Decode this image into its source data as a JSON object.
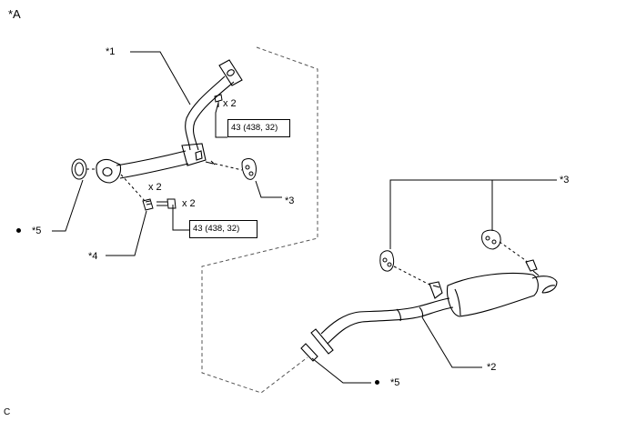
{
  "diagram": {
    "view_label": "*A",
    "corner_code": "C",
    "callouts": {
      "c1": "*1",
      "c2": "*2",
      "c3_front": "*3",
      "c3_rear": "*3",
      "c4": "*4",
      "c5_front": "*5",
      "c5_rear": "*5"
    },
    "quantities": {
      "bolt_upper": "x 2",
      "nut_lower": "x 2",
      "bolt_lower": "x 2"
    },
    "torque_specs": {
      "upper": "43 (438, 32)",
      "lower": "43 (438, 32)"
    }
  }
}
